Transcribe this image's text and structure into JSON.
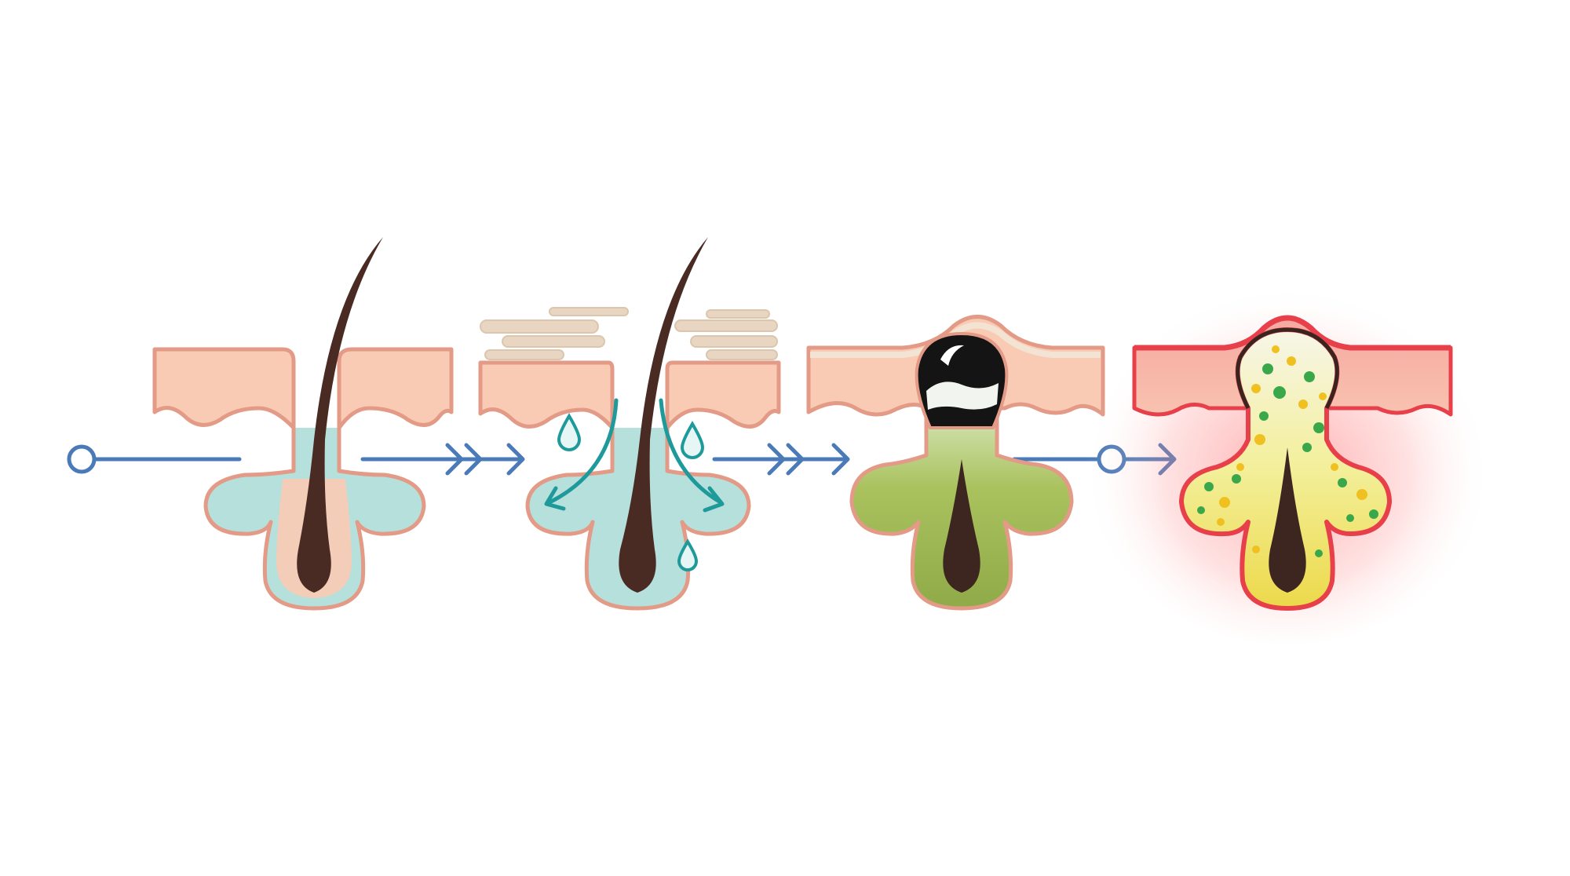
{
  "diagram": {
    "kind": "acne-formation-sequence",
    "stages": [
      {
        "name": "healthy-follicle"
      },
      {
        "name": "excess-sebum-and-dead-skin"
      },
      {
        "name": "blackhead-comedone"
      },
      {
        "name": "inflamed-pimple"
      }
    ],
    "colors": {
      "skin": "#f9cbb4",
      "skin_outline": "#e39a86",
      "sebum_clear": "#b6e0dc",
      "sebum_olive": "#a8c060",
      "hair": "#4a2b24",
      "dead_skin": "#e8d6c2",
      "arrow": "#4a7ab8",
      "teal_arrow": "#1f9a9a",
      "inflamed": "#e8404a",
      "pus": "#f4e64a",
      "bacteria_green": "#3aa84a",
      "bacteria_yellow": "#f0c020"
    }
  }
}
